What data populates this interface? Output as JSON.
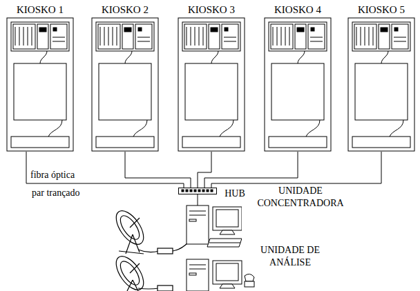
{
  "diagram": {
    "nodes": [
      {
        "text": [
          "KIOSKO 1"
        ]
      },
      {
        "text": [
          "KIOSKO 2"
        ]
      },
      {
        "text": [
          "KIOSKO 3"
        ]
      },
      {
        "text": [
          "KIOSKO 4"
        ]
      },
      {
        "text": [
          "KIOSKO 5"
        ]
      },
      {
        "text": [
          "HUB"
        ]
      },
      {
        "text": [
          "UNIDADE CONCENTRADORA"
        ]
      },
      {
        "text": [
          "UNIDADE DE ANÁLISE"
        ]
      }
    ],
    "edges": [
      {
        "from": 0,
        "to": 5,
        "label": "fibra óptica",
        "arrow": "none"
      },
      {
        "from": 1,
        "to": 5,
        "arrow": "none"
      },
      {
        "from": 2,
        "to": 5,
        "arrow": "none"
      },
      {
        "from": 3,
        "to": 5,
        "arrow": "none"
      },
      {
        "from": 4,
        "to": 5,
        "arrow": "none"
      },
      {
        "from": 5,
        "to": 6,
        "label": "par trançado",
        "arrow": "none"
      }
    ]
  }
}
